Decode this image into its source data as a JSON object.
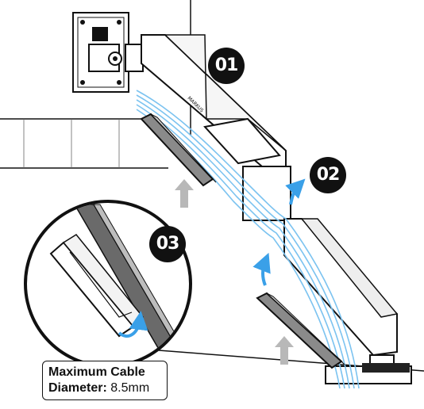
{
  "steps": {
    "one": "01",
    "two": "02",
    "three": "03"
  },
  "callout": {
    "title": "Maximum Cable",
    "diameter_label": "Diameter:",
    "diameter_value": "8.5mm"
  },
  "brand_mark": "MARKUS",
  "colors": {
    "arrow_blue": "#3aa0e8",
    "arrow_grey": "#b8b8b8",
    "cable_blue": "#7cc3f0",
    "line": "#111111"
  }
}
